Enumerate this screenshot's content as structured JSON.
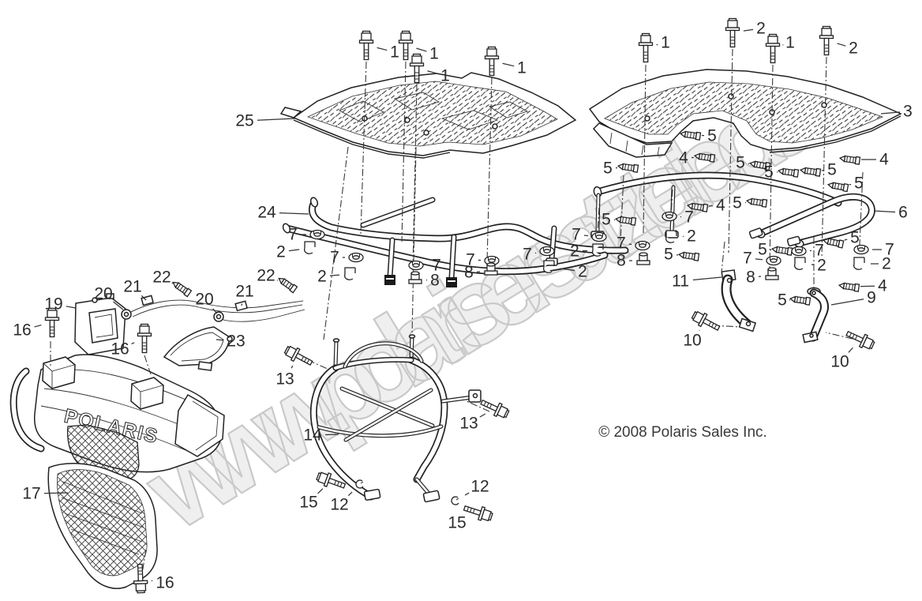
{
  "diagram": {
    "watermark": "www.polarisersatzteile.de",
    "copyright": "© 2008 Polaris Sales Inc.",
    "bumper_logo": "POLARIS"
  },
  "colors": {
    "line_art": "#222222",
    "label_text": "#2b2b2b",
    "watermark_fill": "#efefef",
    "watermark_stroke": "#c9c9c9",
    "background": "#ffffff"
  },
  "callout_fields": [
    "label",
    "label_x",
    "label_y",
    "part_x",
    "part_y",
    "part_glyph",
    "rotation"
  ],
  "callouts": [
    [
      "1",
      500,
      66,
      464,
      57,
      "bolt",
      0
    ],
    [
      "1",
      550,
      68,
      514,
      57,
      "bolt",
      0
    ],
    [
      "1",
      564,
      96,
      528,
      86,
      "bolt",
      0
    ],
    [
      "1",
      661,
      86,
      623,
      77,
      "bolt",
      0
    ],
    [
      "25",
      310,
      153,
      374,
      150,
      "none",
      0
    ],
    [
      "24",
      338,
      269,
      391,
      271,
      "none",
      0
    ],
    [
      "1",
      843,
      54,
      818,
      60,
      "bolt",
      0
    ],
    [
      "2",
      964,
      36,
      928,
      41,
      "bolt",
      0
    ],
    [
      "1",
      1001,
      54,
      979,
      61,
      "bolt",
      0
    ],
    [
      "2",
      1081,
      61,
      1047,
      51,
      "bolt",
      0
    ],
    [
      "3",
      1150,
      141,
      1116,
      144,
      "none",
      0
    ],
    [
      "6",
      1144,
      269,
      1107,
      267,
      "none",
      0
    ],
    [
      "5",
      902,
      172,
      875,
      171,
      "screw",
      8
    ],
    [
      "4",
      866,
      200,
      893,
      199,
      "screw",
      8
    ],
    [
      "5",
      770,
      213,
      796,
      212,
      "screw",
      8
    ],
    [
      "5",
      938,
      206,
      963,
      209,
      "screw",
      10
    ],
    [
      "5",
      974,
      218,
      999,
      218,
      "screw",
      8
    ],
    [
      "5",
      1054,
      215,
      1027,
      217,
      "screw",
      8
    ],
    [
      "4",
      1120,
      202,
      1077,
      202,
      "screw",
      8
    ],
    [
      "5",
      1088,
      232,
      1062,
      236,
      "screw",
      10
    ],
    [
      "4",
      913,
      260,
      884,
      262,
      "screw",
      8
    ],
    [
      "5",
      934,
      257,
      959,
      256,
      "screw",
      8
    ],
    [
      "5",
      768,
      278,
      793,
      279,
      "screw",
      8
    ],
    [
      "5",
      847,
      322,
      873,
      324,
      "screw",
      8
    ],
    [
      "5",
      966,
      316,
      991,
      317,
      "screw",
      8
    ],
    [
      "5",
      1083,
      301,
      1056,
      307,
      "screw",
      12
    ],
    [
      "5",
      991,
      380,
      1014,
      380,
      "screw",
      8
    ],
    [
      "4",
      1118,
      362,
      1076,
      363,
      "screw",
      8
    ],
    [
      "7",
      371,
      297,
      402,
      297,
      "nut",
      0
    ],
    [
      "7",
      424,
      326,
      451,
      326,
      "nut",
      0
    ],
    [
      "7",
      553,
      336,
      527,
      336,
      "nut",
      0
    ],
    [
      "7",
      596,
      329,
      623,
      330,
      "nut",
      0
    ],
    [
      "7",
      668,
      322,
      693,
      318,
      "nut",
      0
    ],
    [
      "7",
      730,
      297,
      759,
      300,
      "nut",
      0
    ],
    [
      "7",
      787,
      308,
      814,
      311,
      "nut",
      0
    ],
    [
      "7",
      873,
      275,
      848,
      274,
      "nut",
      0
    ],
    [
      "7",
      947,
      327,
      980,
      330,
      "nut",
      0
    ],
    [
      "7",
      1038,
      317,
      1012,
      318,
      "nut",
      0
    ],
    [
      "7",
      1127,
      316,
      1091,
      316,
      "nut",
      0
    ],
    [
      "8",
      551,
      355,
      526,
      354,
      "locknut",
      0
    ],
    [
      "8",
      594,
      345,
      622,
      343,
      "locknut",
      0
    ],
    [
      "8",
      787,
      330,
      815,
      330,
      "locknut",
      0
    ],
    [
      "8",
      951,
      351,
      978,
      349,
      "locknut",
      0
    ],
    [
      "2",
      356,
      319,
      393,
      314,
      "clip",
      0
    ],
    [
      "2",
      408,
      350,
      444,
      347,
      "clip",
      0
    ],
    [
      "2",
      738,
      344,
      696,
      338,
      "clip",
      0
    ],
    [
      "2",
      728,
      318,
      758,
      317,
      "clip",
      0
    ],
    [
      "2",
      876,
      299,
      851,
      300,
      "clip",
      0
    ],
    [
      "2",
      1041,
      336,
      1014,
      334,
      "clip",
      0
    ],
    [
      "2",
      1123,
      334,
      1089,
      334,
      "clip",
      0
    ],
    [
      "11",
      862,
      356,
      914,
      351,
      "none",
      0
    ],
    [
      "9",
      1104,
      377,
      1053,
      386,
      "none",
      0
    ],
    [
      "10",
      877,
      431,
      894,
      407,
      "bolt",
      -62
    ],
    [
      "10",
      1064,
      458,
      1090,
      430,
      "bolt",
      115
    ],
    [
      "19",
      68,
      385,
      96,
      390,
      "none",
      0
    ],
    [
      "16",
      28,
      418,
      66,
      408,
      "bolt",
      0
    ],
    [
      "16",
      152,
      442,
      183,
      428,
      "bolt",
      0
    ],
    [
      "16",
      209,
      738,
      178,
      733,
      "bolt",
      178
    ],
    [
      "20",
      131,
      372,
      156,
      392,
      "none",
      0
    ],
    [
      "21",
      168,
      363,
      185,
      380,
      "none",
      0
    ],
    [
      "22",
      205,
      351,
      230,
      365,
      "screw",
      35
    ],
    [
      "20",
      259,
      379,
      275,
      397,
      "none",
      0
    ],
    [
      "21",
      310,
      369,
      306,
      387,
      "none",
      0
    ],
    [
      "22",
      337,
      349,
      364,
      360,
      "screw",
      35
    ],
    [
      "23",
      299,
      432,
      274,
      430,
      "none",
      0
    ],
    [
      "17",
      40,
      625,
      86,
      624,
      "none",
      0
    ],
    [
      "14",
      396,
      551,
      429,
      550,
      "none",
      0
    ],
    [
      "13",
      361,
      480,
      378,
      451,
      "bolt",
      -62
    ],
    [
      "13",
      594,
      536,
      627,
      517,
      "bolt",
      115
    ],
    [
      "15",
      391,
      636,
      419,
      609,
      "bolt",
      -70
    ],
    [
      "12",
      430,
      639,
      456,
      613,
      "washer",
      0
    ],
    [
      "12",
      608,
      616,
      577,
      634,
      "washer",
      0
    ],
    [
      "15",
      579,
      662,
      606,
      649,
      "bolt",
      108
    ]
  ]
}
